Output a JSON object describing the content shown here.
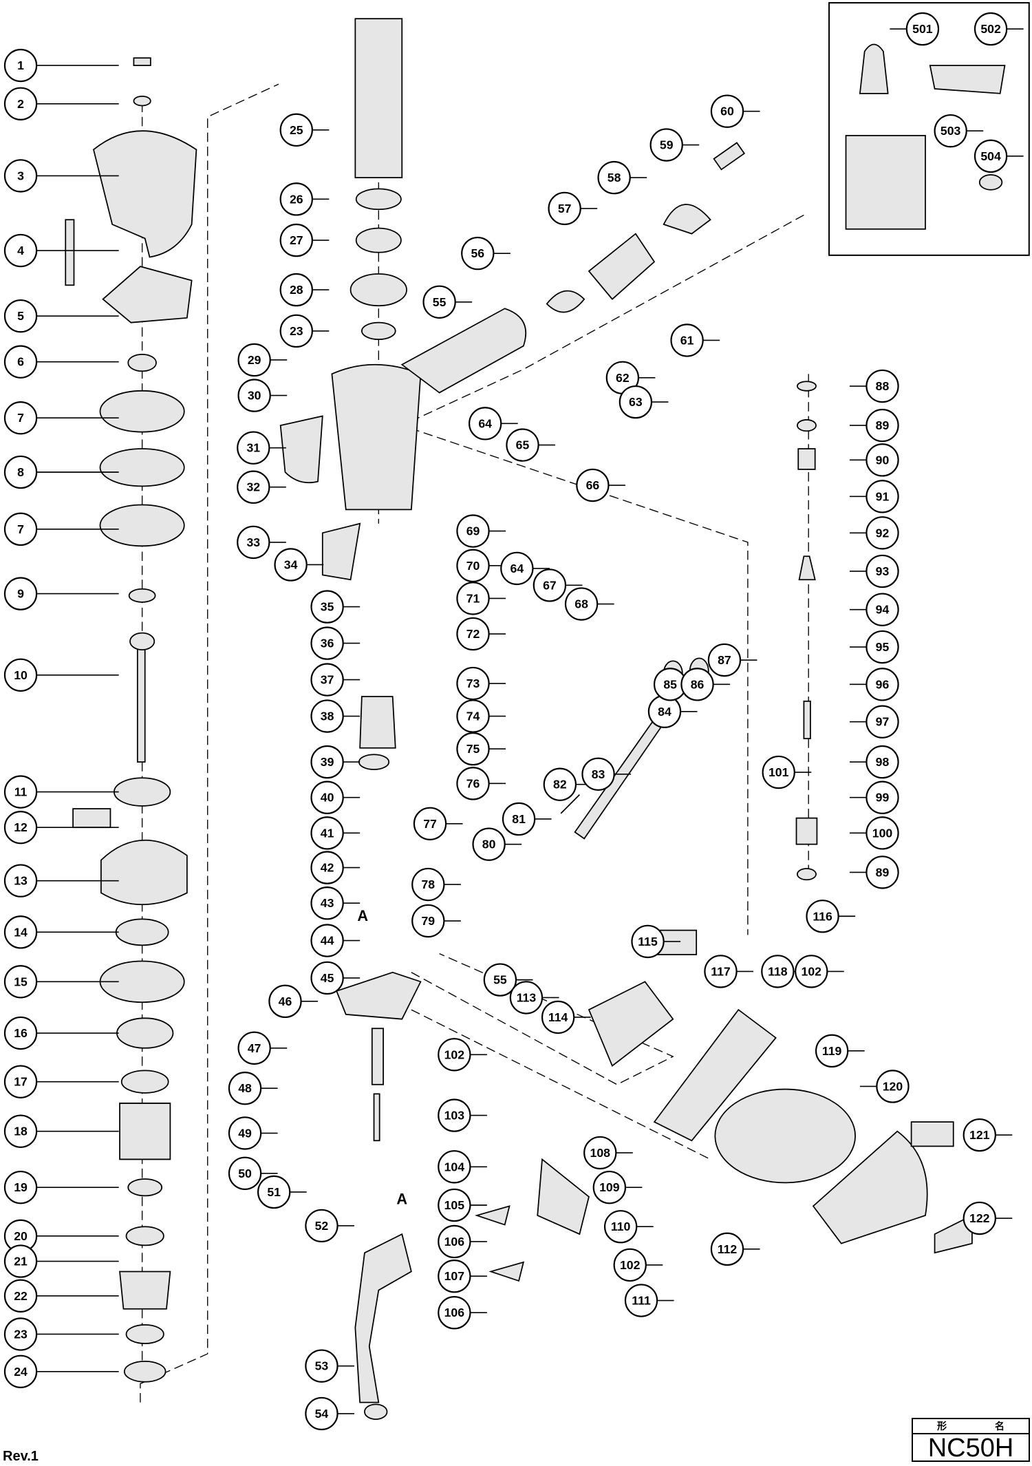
{
  "diagram": {
    "callouts": [
      "1",
      "2",
      "3",
      "4",
      "5",
      "6",
      "7",
      "8",
      "7",
      "9",
      "10",
      "11",
      "12",
      "13",
      "14",
      "15",
      "16",
      "17",
      "18",
      "19",
      "20",
      "21",
      "22",
      "23",
      "24",
      "25",
      "26",
      "27",
      "28",
      "23",
      "29",
      "30",
      "31",
      "32",
      "33",
      "34",
      "35",
      "36",
      "37",
      "38",
      "39",
      "40",
      "41",
      "42",
      "43",
      "44",
      "45",
      "46",
      "47",
      "48",
      "49",
      "50",
      "51",
      "52",
      "53",
      "54",
      "69",
      "70",
      "71",
      "72",
      "73",
      "74",
      "75",
      "76",
      "77",
      "78",
      "79",
      "102",
      "103",
      "55",
      "56",
      "57",
      "58",
      "59",
      "60",
      "61",
      "62",
      "63",
      "64",
      "65",
      "66",
      "64",
      "67",
      "68",
      "80",
      "81",
      "82",
      "83",
      "84",
      "85",
      "86",
      "87",
      "55",
      "113",
      "114",
      "115",
      "104",
      "105",
      "106",
      "107",
      "106",
      "108",
      "109",
      "110",
      "102",
      "111",
      "112",
      "88",
      "89",
      "90",
      "91",
      "92",
      "93",
      "94",
      "95",
      "96",
      "97",
      "98",
      "99",
      "100",
      "89",
      "101",
      "116",
      "117",
      "118",
      "102",
      "119",
      "120",
      "121",
      "122",
      "501",
      "502",
      "503",
      "504"
    ],
    "section_marks": [
      "A",
      "A"
    ]
  },
  "title_block": {
    "header_left": "形",
    "header_right": "名",
    "model": "NC50H"
  },
  "revision": "Rev.1"
}
